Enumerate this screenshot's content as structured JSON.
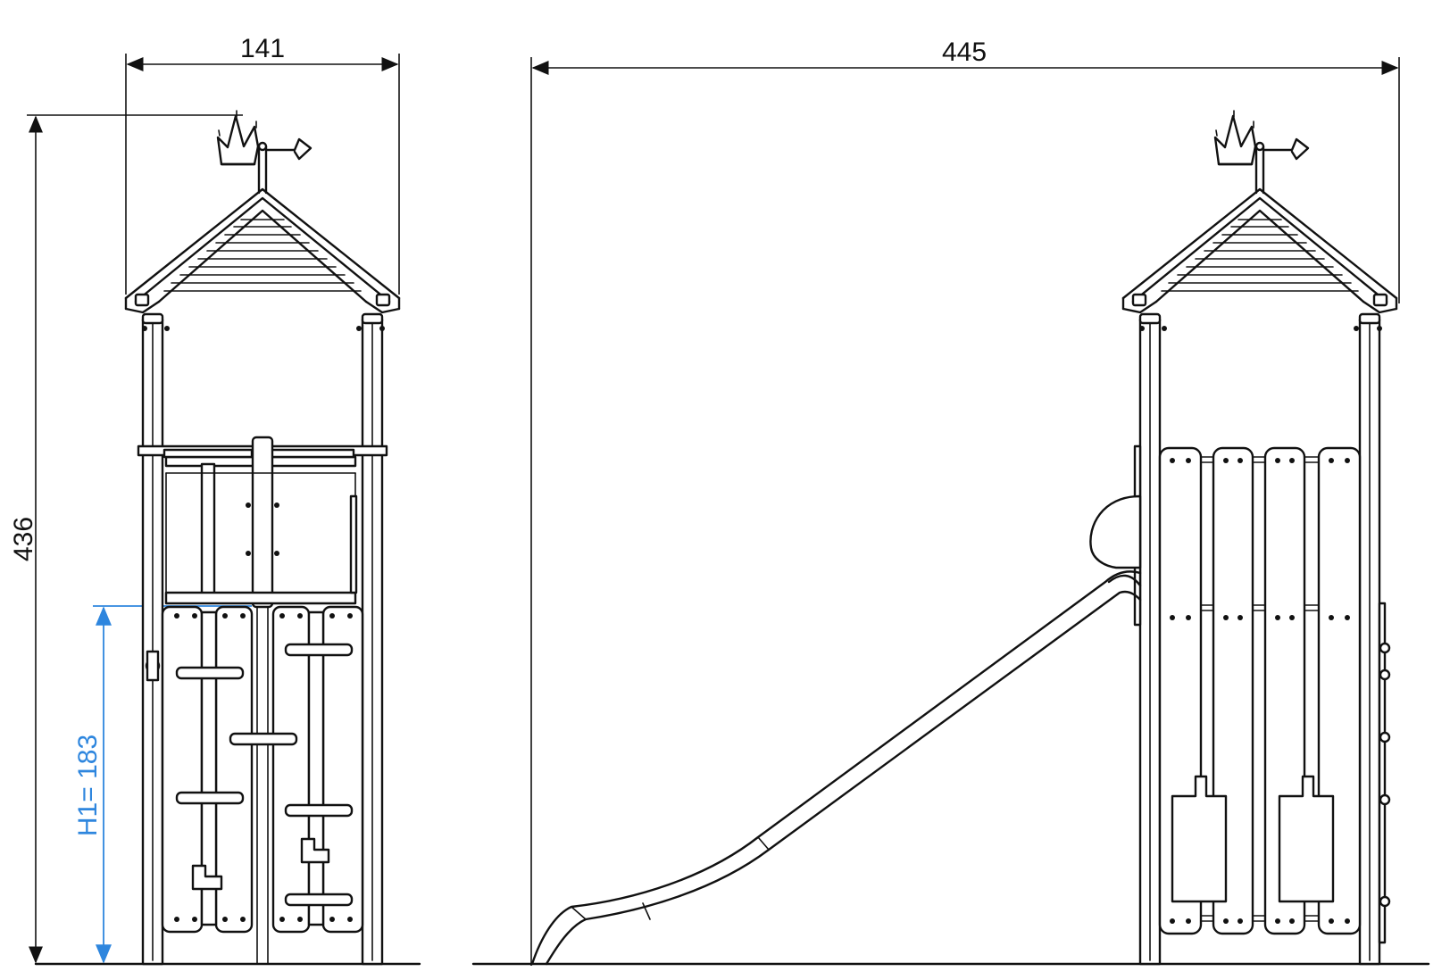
{
  "dimensions": {
    "front_width": "141",
    "side_width": "445",
    "total_height": "436",
    "platform_height": "H1=  183"
  },
  "colors": {
    "line": "#111111",
    "dimension_highlight": "#2e86de",
    "background": "#ffffff"
  }
}
